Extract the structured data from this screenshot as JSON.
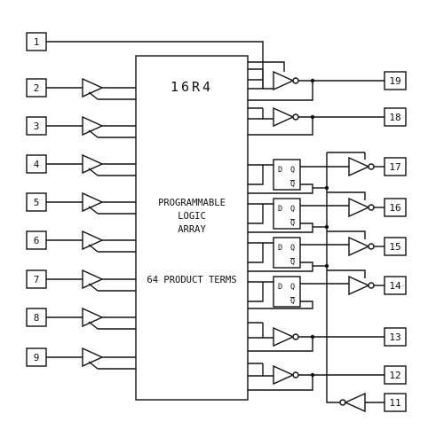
{
  "chip": {
    "name": "16R4",
    "array_lines": [
      "PROGRAMMABLE",
      "LOGIC",
      "ARRAY"
    ],
    "product_terms": "64 PRODUCT TERMS"
  },
  "inputs": [
    "1",
    "2",
    "3",
    "4",
    "5",
    "6",
    "7",
    "8",
    "9"
  ],
  "outputs": {
    "comb_top": [
      "19",
      "18"
    ],
    "registered": [
      "17",
      "16",
      "15",
      "14"
    ],
    "comb_bottom": [
      "13",
      "12"
    ],
    "oe": "11"
  },
  "flipflop": {
    "d": "D",
    "q": "Q",
    "qbar": "Q"
  },
  "icons": [
    "buffer-icon",
    "inverter-icon",
    "d-flip-flop-icon",
    "junction-dot-icon"
  ]
}
